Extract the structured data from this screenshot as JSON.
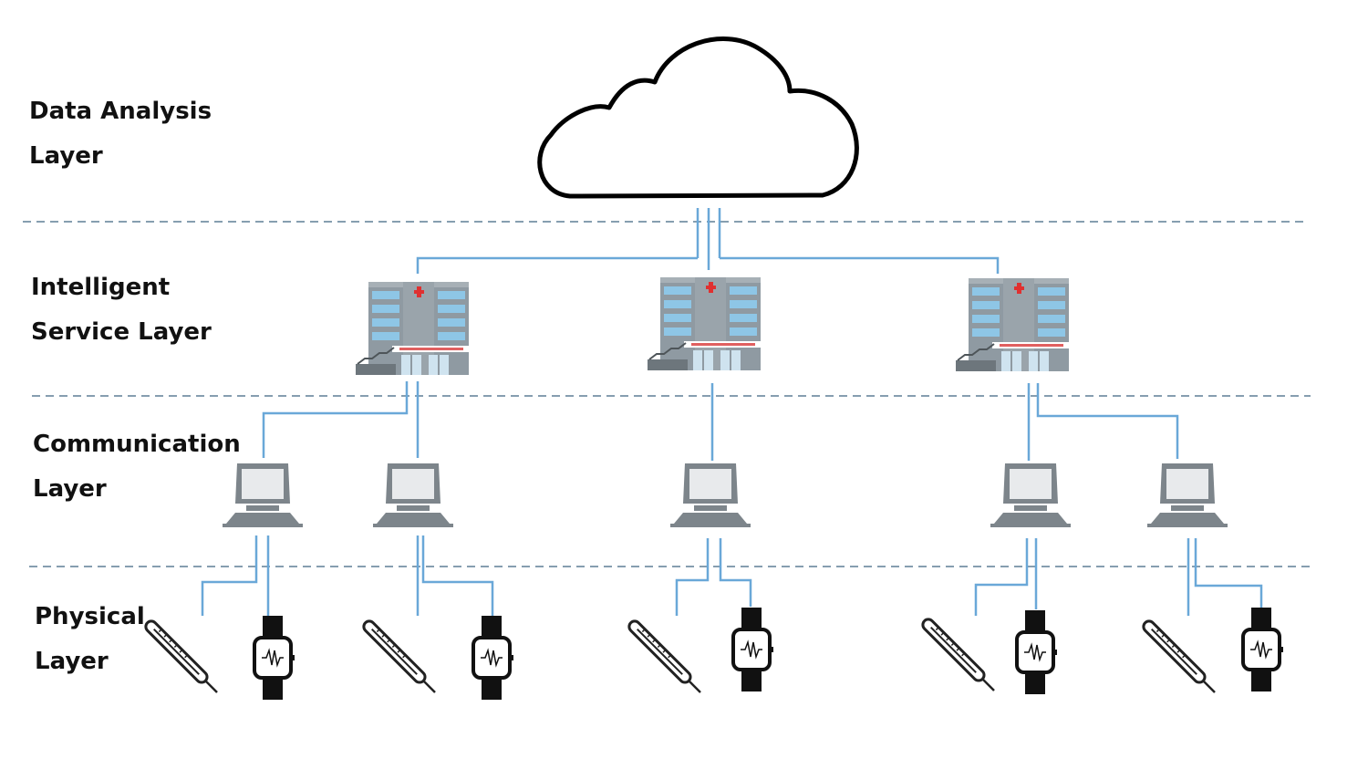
{
  "layers": {
    "data_analysis": {
      "line1": "Data Analysis",
      "line2": "Layer"
    },
    "intelligent_service": {
      "line1": "Intelligent",
      "line2": "Service Layer"
    },
    "communication": {
      "line1": "Communication",
      "line2": "Layer"
    },
    "physical": {
      "line1": "Physical",
      "line2": "Layer"
    }
  },
  "icons": {
    "cloud": "cloud-icon",
    "hospital": "hospital-building-icon",
    "terminal": "laptop-computer-icon",
    "thermometer": "thermometer-icon",
    "watch": "smartwatch-icon"
  },
  "colors": {
    "connector": "#6aa8d8",
    "divider": "#5f7e96",
    "cloud_stroke": "#000000",
    "hospital_body": "#8f9aa2",
    "hospital_window": "#8ec6e6",
    "hospital_cross": "#e03030",
    "computer": "#7d858b",
    "device": "#111111"
  }
}
